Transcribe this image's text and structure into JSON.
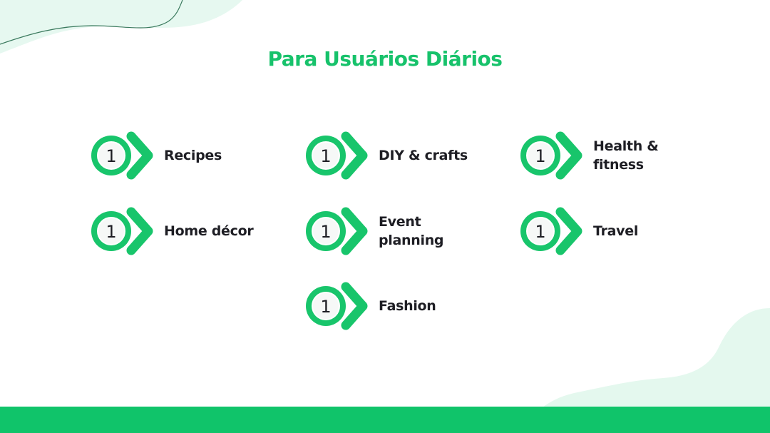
{
  "slide": {
    "title": "Para Usuários Diários",
    "accent_color": "#17c26b",
    "footer_color": "#10c46a",
    "items": [
      {
        "number": "1",
        "label": "Recipes",
        "icon": "number-chevron-badge"
      },
      {
        "number": "1",
        "label": "DIY & crafts",
        "icon": "number-chevron-badge"
      },
      {
        "number": "1",
        "label": "Health & fitness",
        "icon": "number-chevron-badge"
      },
      {
        "number": "1",
        "label": "Home décor",
        "icon": "number-chevron-badge"
      },
      {
        "number": "1",
        "label": "Event planning",
        "icon": "number-chevron-badge"
      },
      {
        "number": "1",
        "label": "Travel",
        "icon": "number-chevron-badge"
      },
      {
        "number": "1",
        "label": "Fashion",
        "icon": "number-chevron-badge"
      }
    ]
  }
}
